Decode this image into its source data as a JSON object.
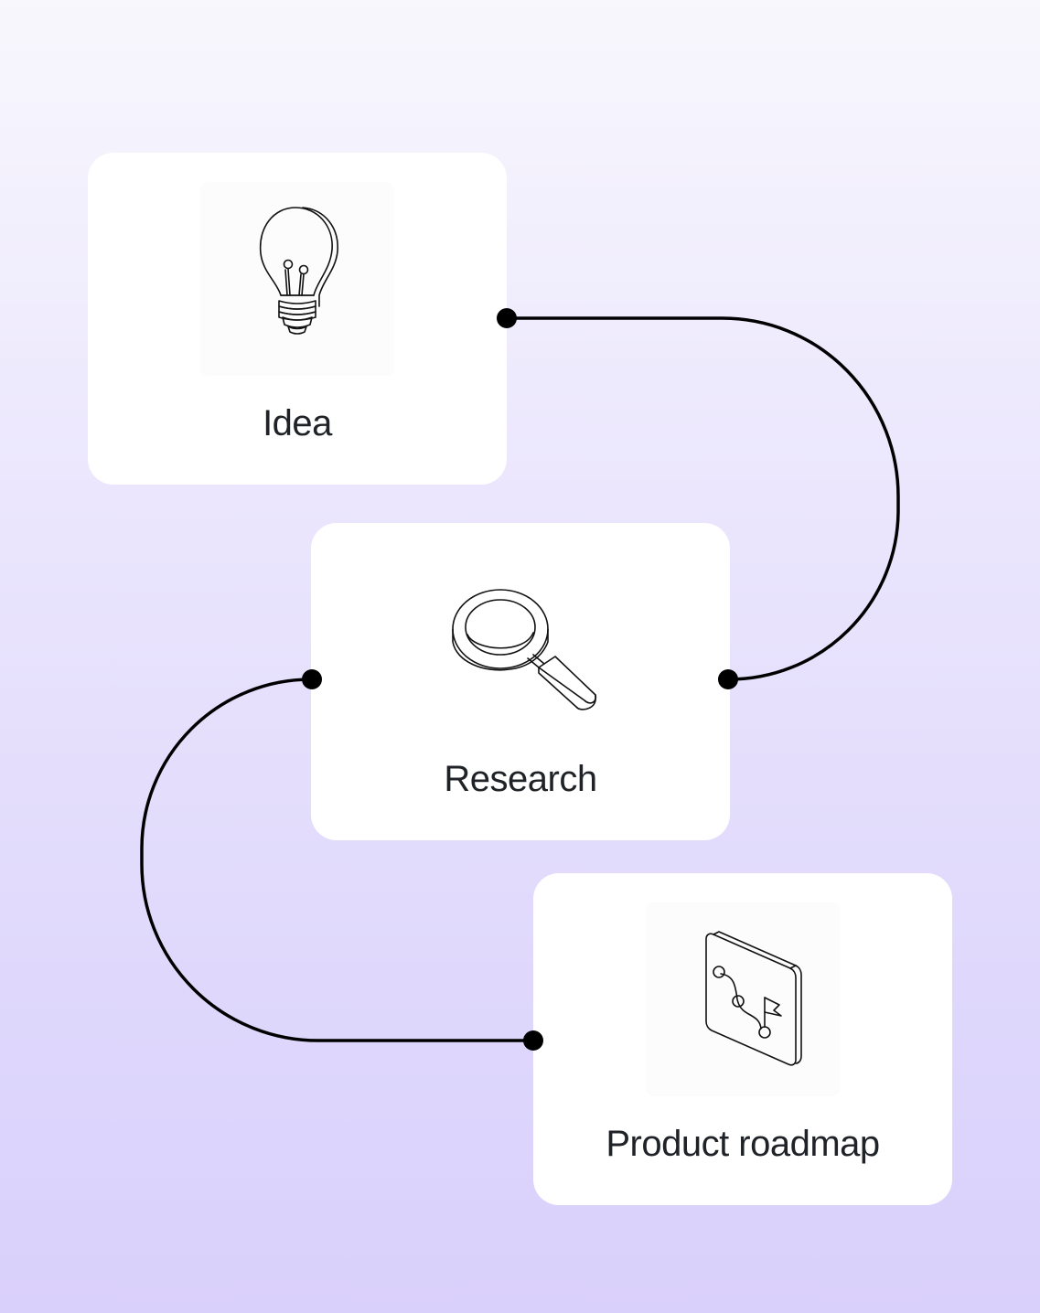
{
  "steps": [
    {
      "label": "Idea",
      "icon": "lightbulb-icon"
    },
    {
      "label": "Research",
      "icon": "magnifier-icon"
    },
    {
      "label": "Product roadmap",
      "icon": "roadmap-icon"
    }
  ],
  "colors": {
    "background_top": "#f8f7fd",
    "background_bottom": "#d9d0fb",
    "card": "#ffffff",
    "connector": "#000000",
    "label_text": "#1f2328"
  }
}
